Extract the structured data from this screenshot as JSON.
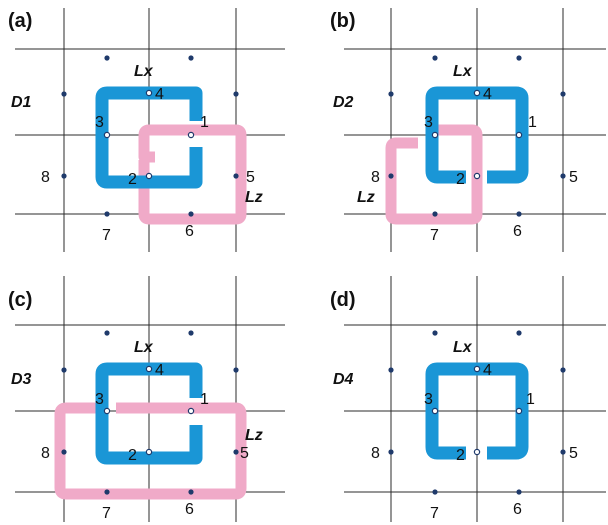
{
  "colors": {
    "lx": "#1a96d6",
    "lz": "#f0aac8",
    "grid": "#2b2b2b",
    "dot": "#1f3a6b"
  },
  "panels": [
    {
      "tag": "a",
      "design": "D1",
      "lx_label": "Lx",
      "lz_label": "Lz",
      "points": [
        "1",
        "2",
        "3",
        "4",
        "5",
        "6",
        "7",
        "8"
      ]
    },
    {
      "tag": "b",
      "design": "D2",
      "lx_label": "Lx",
      "lz_label": "Lz",
      "points": [
        "1",
        "2",
        "3",
        "4",
        "5",
        "6",
        "7",
        "8"
      ]
    },
    {
      "tag": "c",
      "design": "D3",
      "lx_label": "Lx",
      "lz_label": "Lz",
      "points": [
        "1",
        "2",
        "3",
        "4",
        "5",
        "6",
        "7",
        "8"
      ]
    },
    {
      "tag": "d",
      "design": "D4",
      "lx_label": "Lx",
      "points": [
        "1",
        "2",
        "3",
        "4",
        "5",
        "6",
        "7",
        "8"
      ]
    }
  ]
}
